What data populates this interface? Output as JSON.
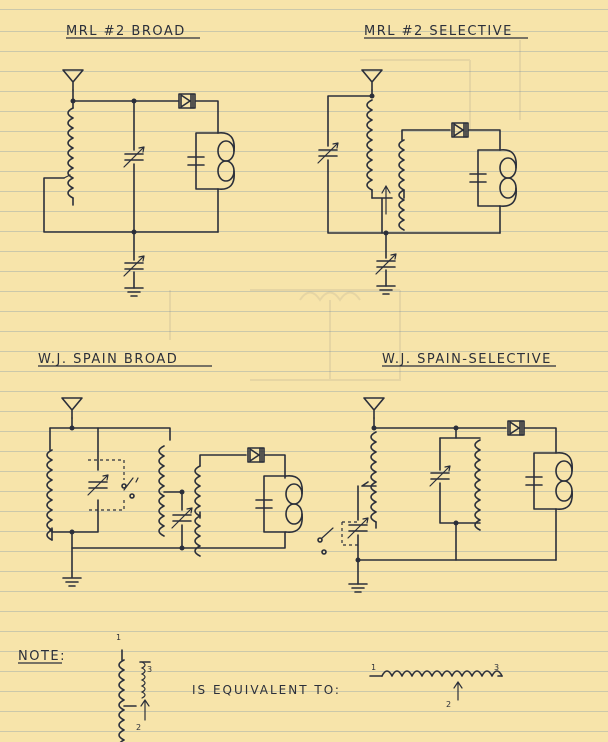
{
  "titles": {
    "mrl_broad": "MRL #2  BROAD",
    "mrl_selective": "MRL #2  SELECTIVE",
    "spain_broad": "W.J. SPAIN  BROAD",
    "spain_selective": "W.J. SPAIN-SELECTIVE"
  },
  "note": {
    "label": "NOTE:",
    "text": "IS EQUIVALENT TO:",
    "terminal_1": "1",
    "terminal_2": "2",
    "terminal_3": "3"
  }
}
